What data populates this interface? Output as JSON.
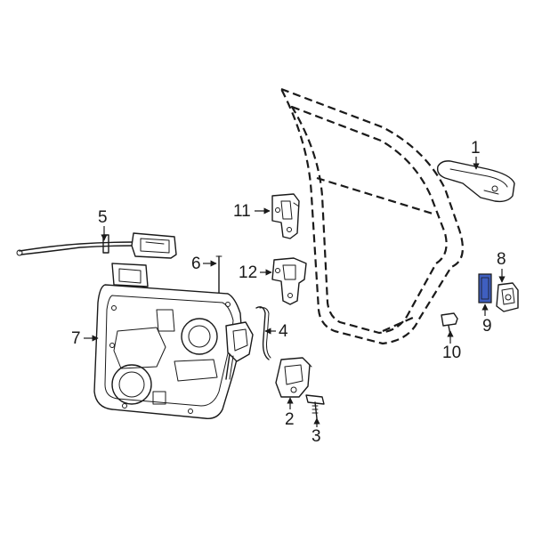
{
  "diagram": {
    "highlight_color": "#3f5fc0",
    "callouts": {
      "c1": "1",
      "c2": "2",
      "c3": "3",
      "c4": "4",
      "c5": "5",
      "c6": "6",
      "c7": "7",
      "c8": "8",
      "c9": "9",
      "c10": "10",
      "c11": "11",
      "c12": "12"
    }
  }
}
